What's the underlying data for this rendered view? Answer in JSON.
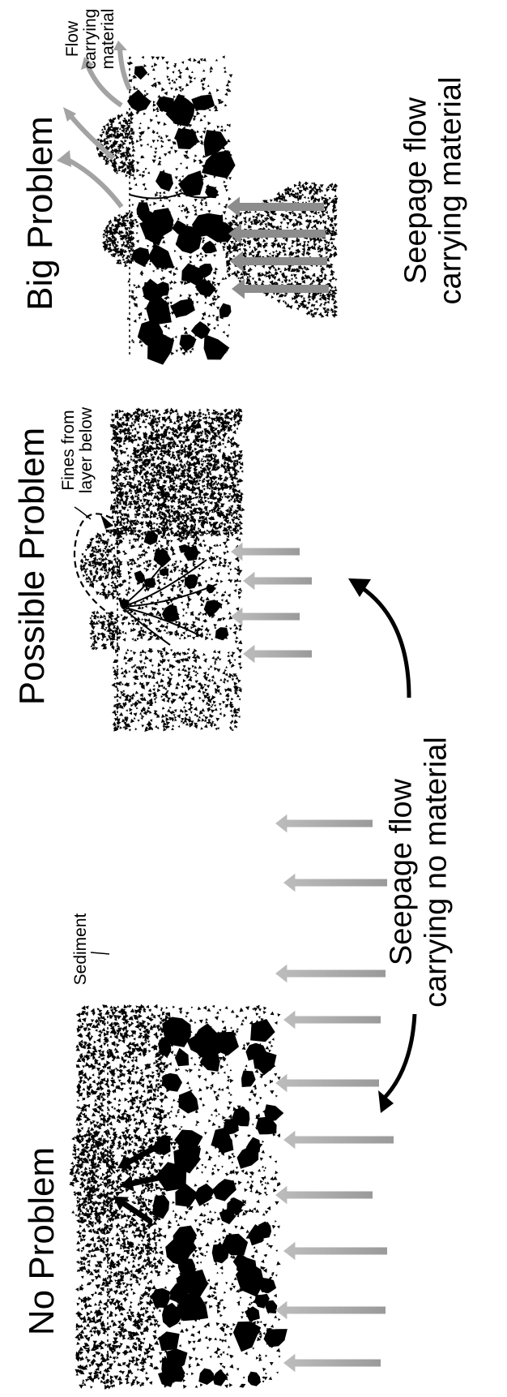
{
  "panels": {
    "no_problem": {
      "title": "No Problem",
      "annotation": "Sediment",
      "seepage_label": [
        "Seepage flow",
        "carrying no material"
      ]
    },
    "possible_problem": {
      "title": "Possible Problem",
      "annotation": [
        "Fines from",
        "layer below"
      ]
    },
    "big_problem": {
      "title": "Big Problem",
      "annotation": [
        "Flow",
        "carrying",
        "material"
      ],
      "seepage_label": [
        "Seepage flow",
        "carrying  material"
      ]
    }
  },
  "colors": {
    "stone": "#000000",
    "flow_arrow": "#a8a8a8",
    "ink": "#000000"
  }
}
